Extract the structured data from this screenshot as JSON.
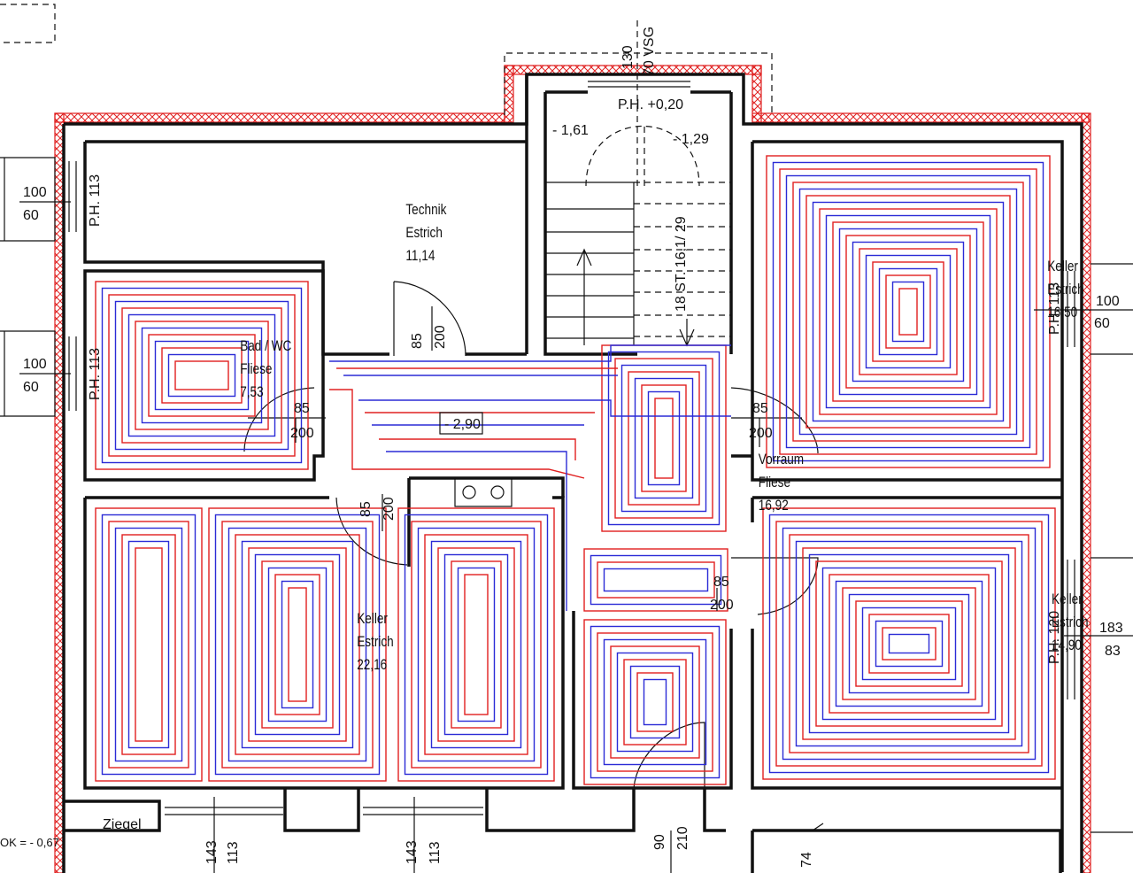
{
  "rooms": {
    "technik": {
      "name": "Technik",
      "floor": "Estrich",
      "area": "11,14"
    },
    "bad": {
      "name": "Bad / WC",
      "floor": "Fliese",
      "area": "7,53"
    },
    "keller_ne": {
      "name": "Keller",
      "floor": "Estrich",
      "area": "16,50"
    },
    "vorraum": {
      "name": "Vorraum",
      "floor": "Fliese",
      "area": "16,92"
    },
    "keller_sw": {
      "name": "Keller",
      "floor": "Estrich",
      "area": "22,16"
    },
    "keller_se": {
      "name": "Keller",
      "floor": "Estrich",
      "area": "14,90"
    }
  },
  "levels": {
    "stair_top": "P.H. +0,20",
    "left_upper": "- 1,61",
    "right_upper": "- 1,29",
    "vorraum": "- 2,90",
    "ok": "OK = - 0,67"
  },
  "stair": {
    "label": "18 ST. 16,1/ 29"
  },
  "windows": {
    "top": {
      "w": "130",
      "h": "70 VSG"
    },
    "left_upper": {
      "w": "100",
      "h": "60",
      "ph": "P.H. 113"
    },
    "left_lower": {
      "w": "100",
      "h": "60",
      "ph": "P.H. 113"
    },
    "right_upper": {
      "w": "100",
      "h": "60",
      "ph": "P.H. 113"
    },
    "right_lower": {
      "w": "183",
      "h": "83",
      "ph": "P.H. 120"
    },
    "bottom_1": {
      "w": "143",
      "h": "113"
    },
    "bottom_2": {
      "w": "143",
      "h": "113"
    }
  },
  "doors": {
    "technik": {
      "w": "85",
      "h": "200"
    },
    "bad": {
      "w": "85",
      "h": "200"
    },
    "keller_ne": {
      "w": "85",
      "h": "200"
    },
    "keller_sw": {
      "w": "85",
      "h": "200"
    },
    "keller_se": {
      "w": "85",
      "h": "200"
    },
    "bottom": {
      "w": "90",
      "h": "210"
    },
    "bottom_right": {
      "w": "74"
    }
  },
  "material": {
    "ziegel": "Ziegel"
  },
  "colors": {
    "supply_pipe": "#e02020",
    "return_pipe": "#2b2bd6",
    "walls": "#111111",
    "insulation": "#e02020"
  }
}
